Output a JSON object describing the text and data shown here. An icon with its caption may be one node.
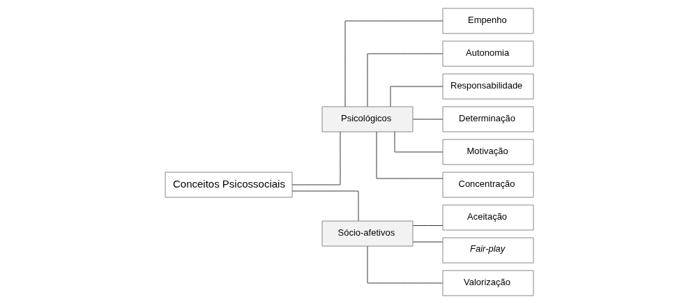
{
  "diagram": {
    "nodes": [
      {
        "text": [
          "Conceitos Psicossociais"
        ]
      },
      {
        "text": [
          "Psicológicos"
        ]
      },
      {
        "text": [
          "Sócio-afetivos"
        ]
      },
      {
        "text": [
          "Empenho"
        ]
      },
      {
        "text": [
          "Autonomia"
        ]
      },
      {
        "text": [
          "Responsabilidade"
        ]
      },
      {
        "text": [
          "Determinação"
        ]
      },
      {
        "text": [
          "Motivação"
        ]
      },
      {
        "text": [
          "Concentração"
        ]
      },
      {
        "text": [
          "Aceitação"
        ]
      },
      {
        "text": [
          "Fair-play"
        ]
      },
      {
        "text": [
          "Valorização"
        ]
      }
    ],
    "edges": [
      {
        "from": 0,
        "to": 1,
        "arrow": "none"
      },
      {
        "from": 0,
        "to": 2,
        "arrow": "none"
      },
      {
        "from": 1,
        "to": 3,
        "arrow": "none"
      },
      {
        "from": 1,
        "to": 4,
        "arrow": "none"
      },
      {
        "from": 1,
        "to": 5,
        "arrow": "none"
      },
      {
        "from": 1,
        "to": 6,
        "arrow": "none"
      },
      {
        "from": 1,
        "to": 7,
        "arrow": "none"
      },
      {
        "from": 1,
        "to": 8,
        "arrow": "none"
      },
      {
        "from": 2,
        "to": 9,
        "arrow": "none"
      },
      {
        "from": 2,
        "to": 10,
        "arrow": "none"
      },
      {
        "from": 2,
        "to": 11,
        "arrow": "none"
      }
    ]
  }
}
